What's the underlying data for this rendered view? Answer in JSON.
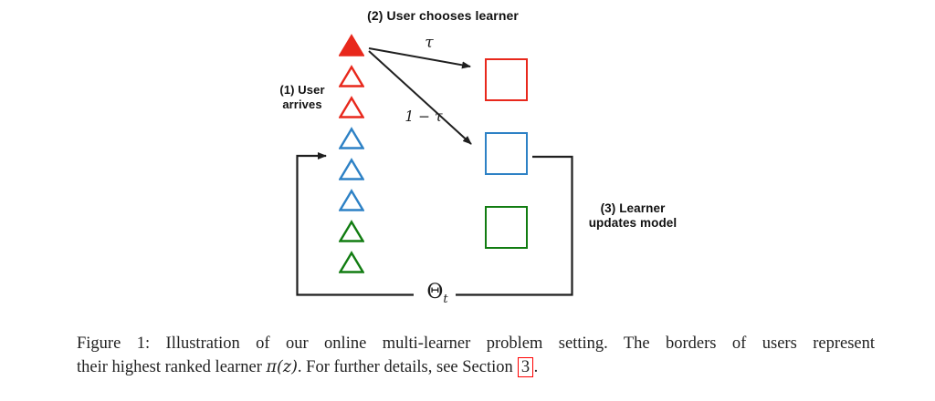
{
  "colors": {
    "red": "#e8281c",
    "blue": "#2d81c5",
    "green": "#117c11",
    "ink": "#1f1f1f",
    "linkbox": "#ff0000"
  },
  "diagram": {
    "step2_title": "(2) User chooses learner",
    "step1_label": [
      "(1) User",
      "arrives"
    ],
    "step3_label": [
      "(3) Learner",
      "updates model"
    ],
    "tau_label": "τ",
    "one_minus_tau_label": "1 − τ",
    "theta": {
      "symbol": "Θ",
      "subscript": "t"
    },
    "users": [
      {
        "color": "red",
        "filled": true
      },
      {
        "color": "red",
        "filled": false
      },
      {
        "color": "red",
        "filled": false
      },
      {
        "color": "blue",
        "filled": false
      },
      {
        "color": "blue",
        "filled": false
      },
      {
        "color": "blue",
        "filled": false
      },
      {
        "color": "green",
        "filled": false
      },
      {
        "color": "green",
        "filled": false
      }
    ],
    "learners": [
      {
        "color": "red"
      },
      {
        "color": "blue"
      },
      {
        "color": "green"
      }
    ]
  },
  "caption": {
    "figure_line1": "Figure 1: Illustration of our online multi-learner problem setting. The borders of users represent",
    "line2_part1": "their highest ranked learner ",
    "line2_math": "π(z)",
    "line2_part2": ". For further details, see Section ",
    "section_link": "3",
    "line2_end": "."
  }
}
